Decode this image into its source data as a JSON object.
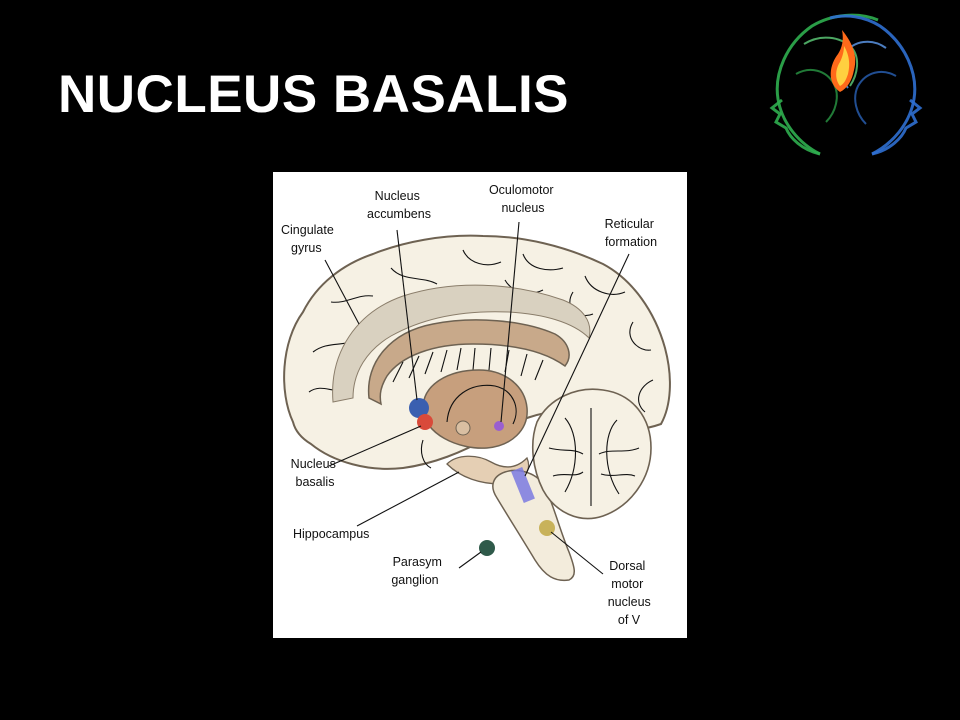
{
  "slide": {
    "title": "NUCLEUS BASALIS"
  },
  "logo": {
    "icon": "twin-heads-flame-logo",
    "colors": {
      "head_left": "#2fae4f",
      "head_right": "#2f6fd0",
      "flame_outer": "#ff6a1a",
      "flame_inner": "#ffd040"
    }
  },
  "diagram": {
    "labels": {
      "nucleus_accumbens": [
        "Nucleus",
        "accumbens"
      ],
      "oculomotor_nucleus": [
        "Oculomotor",
        "nucleus"
      ],
      "cingulate_gyrus": [
        "Cingulate",
        "gyrus"
      ],
      "reticular_formation": [
        "Reticular",
        "formation"
      ],
      "nucleus_basalis": [
        "Nucleus",
        "basalis"
      ],
      "hippocampus": [
        "Hippocampus"
      ],
      "parasym_ganglion": [
        "Parasym",
        "ganglion"
      ],
      "dorsal_motor_nucleus": [
        "Dorsal",
        "motor",
        "nucleus",
        "of V"
      ]
    },
    "colors": {
      "brain_fill": "#f6f1e4",
      "brain_outline": "#6e6252",
      "limbic_band": "#d9d1c0",
      "corpus_callosum": "#c8a98a",
      "thalamus": "#c79f7d",
      "nucleus_accumbens_dot": "#3a5fb0",
      "nucleus_basalis_dot": "#d94a3a",
      "oculomotor_dot": "#9a5fd0",
      "reticular_bar": "#7a7ae0",
      "parasym_dot": "#2f5a4a",
      "dorsal_motor_dot": "#c8b25a"
    }
  }
}
